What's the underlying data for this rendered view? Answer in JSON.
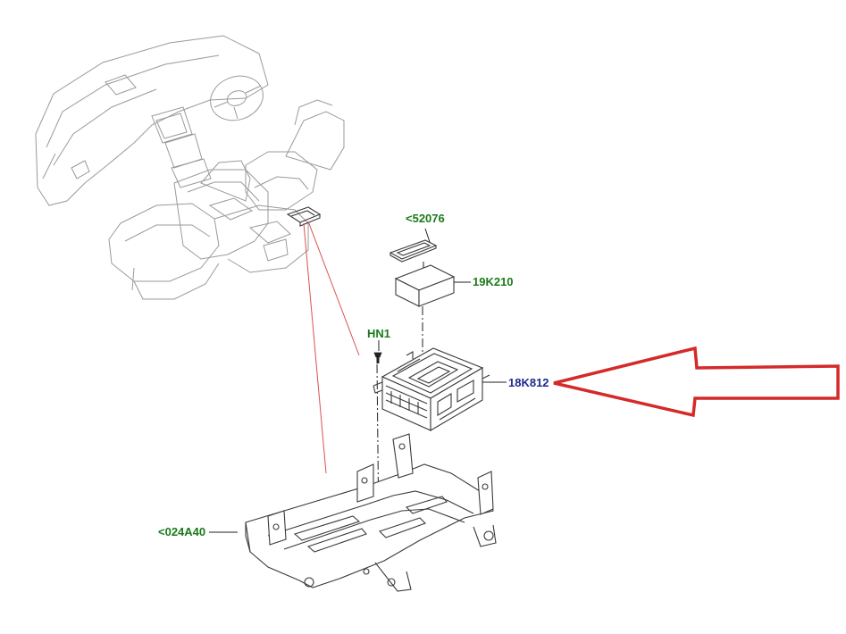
{
  "callouts": {
    "part_52076": "<52076",
    "part_19K210": "19K210",
    "part_HN1": "HN1",
    "part_18K812": "18K812",
    "part_024A40": "<024A40"
  },
  "colors": {
    "label_green": "#1a7a1a",
    "label_blue": "#1f2a8c",
    "pointer_arrow_red": "#d42a2a",
    "locator_line_red": "#d9534f"
  },
  "icons": {
    "pointer": "red-outline-arrow-left"
  }
}
